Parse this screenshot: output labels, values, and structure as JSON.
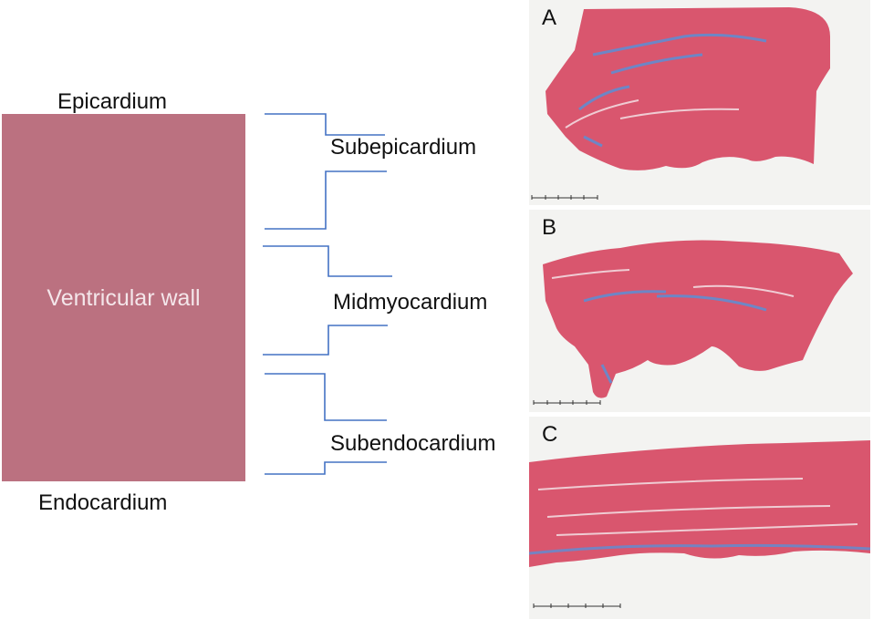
{
  "diagram": {
    "top_label": "Epicardium",
    "bottom_label": "Endocardium",
    "wall_label": "Ventricular wall",
    "layers": [
      "Subepicardium",
      "Midmyocardium",
      "Subendocardium"
    ],
    "colors": {
      "wall": "#bb7180",
      "bracket": "#4472c4",
      "tissue": "#d9566e",
      "fibrosis": "#5b8fd6"
    }
  },
  "panels": [
    {
      "letter": "A",
      "scale_icon": "scale-bar-5mm"
    },
    {
      "letter": "B",
      "scale_icon": "scale-bar-5mm"
    },
    {
      "letter": "C",
      "scale_icon": "scale-bar-2.5mm"
    }
  ]
}
